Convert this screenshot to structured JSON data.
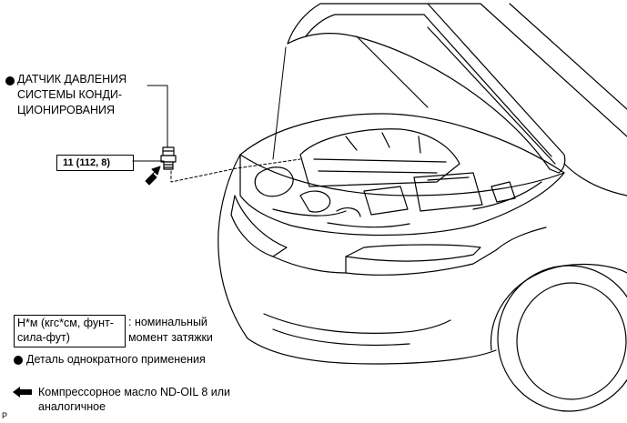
{
  "callout": {
    "sensor_label_lines": [
      "ДАТЧИК ДАВЛЕНИЯ",
      "СИСТЕМЫ КОНДИ-",
      "ЦИОНИРОВАНИЯ"
    ],
    "torque_value": "11 (112, 8)"
  },
  "legend": {
    "torque_box_lines": [
      "Н*м (кгс*см, фунт-",
      "сила-фут)"
    ],
    "torque_desc_lines": [
      ": номинальный",
      "момент затяжки"
    ],
    "single_use_text": "Деталь однократного применения",
    "oil_lines": [
      "Компрессорное масло ND-OIL 8 или",
      "аналогичное"
    ]
  },
  "footer_mark": "P",
  "colors": {
    "ink": "#000000",
    "background": "#ffffff"
  }
}
